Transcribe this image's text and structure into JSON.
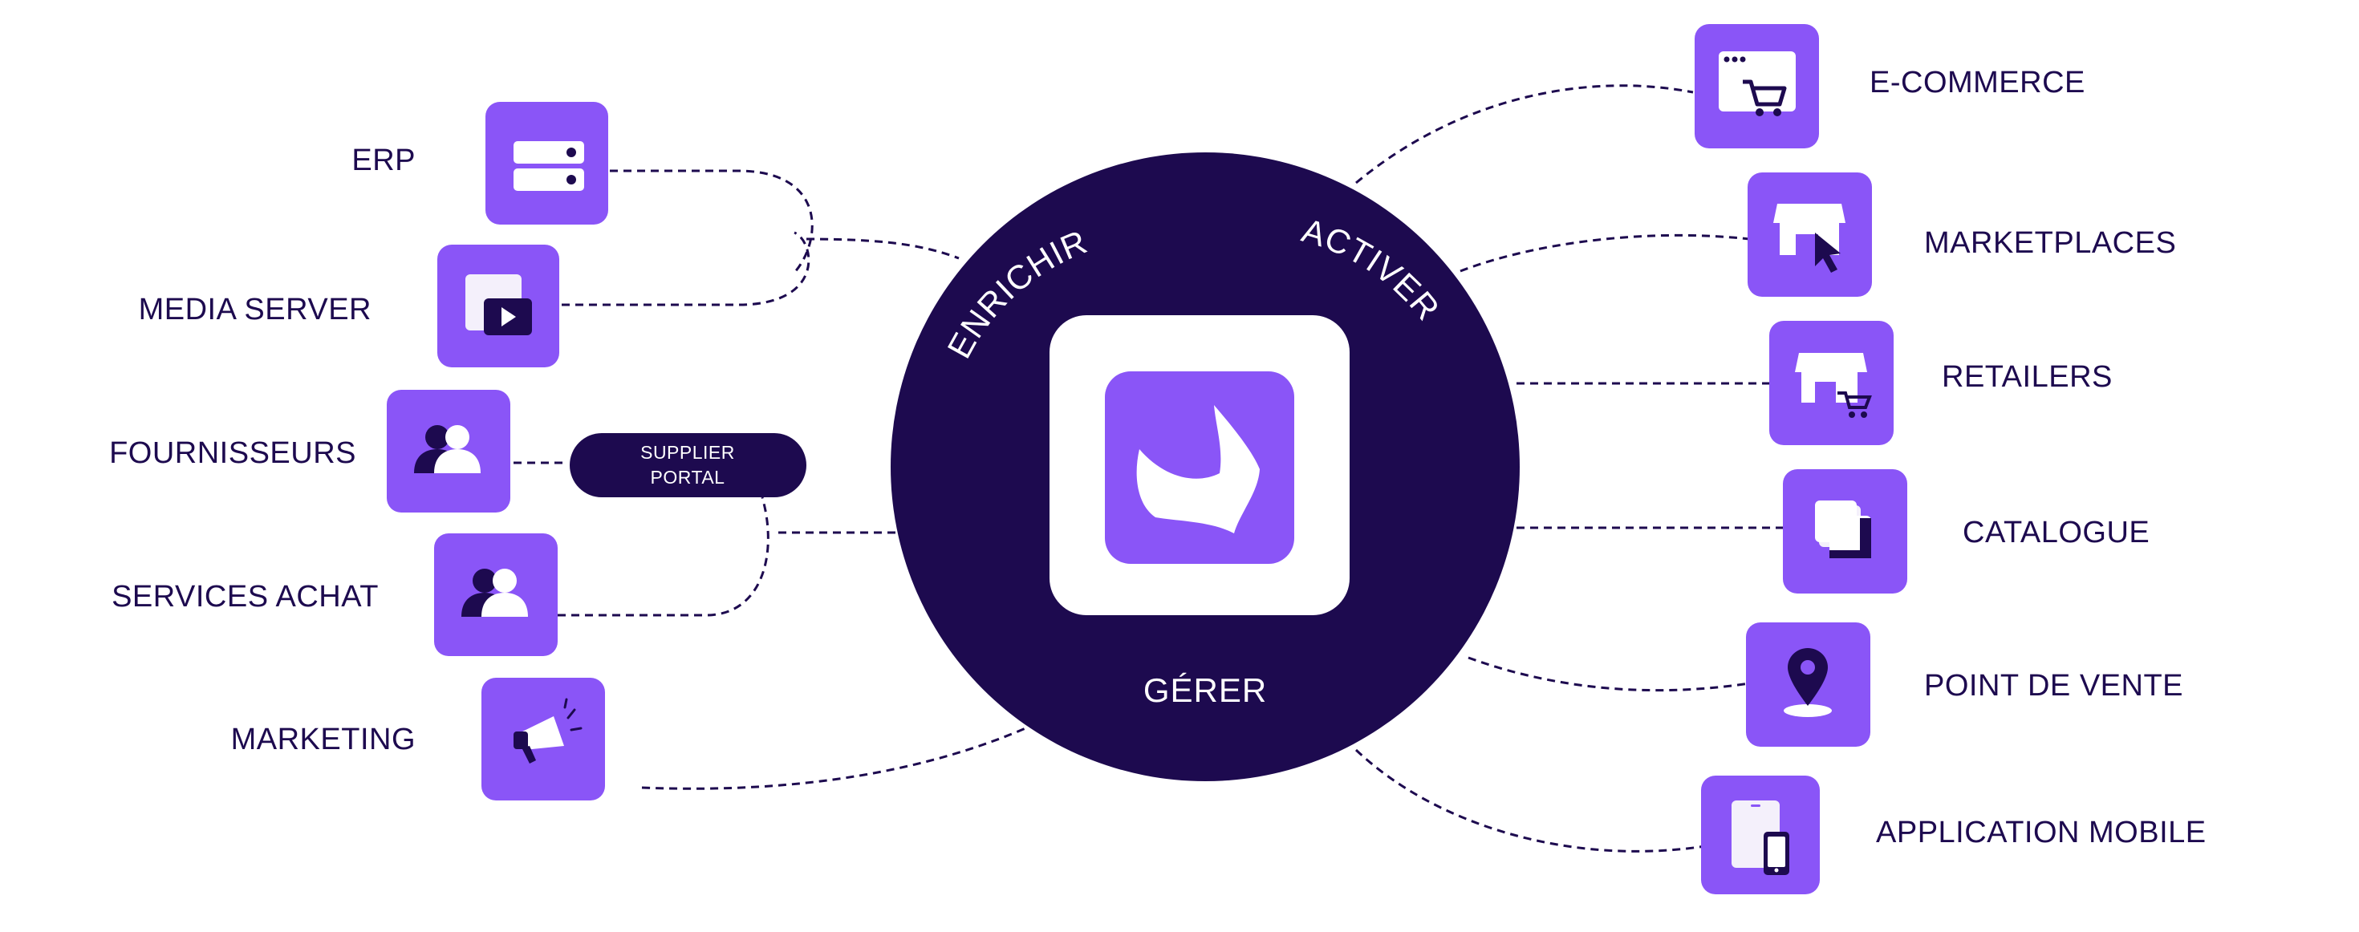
{
  "colors": {
    "accent": "#8a55f7",
    "dark": "#1d0a4f",
    "white": "#ffffff",
    "icon_light": "#f4f0fb"
  },
  "hub": {
    "top_left_label": "ENRICHIR",
    "top_right_label": "ACTIVER",
    "bottom_label": "GÉRER",
    "logo_icon": "akeneo-flower-icon"
  },
  "supplier_portal": {
    "line1": "SUPPLIER",
    "line2": "PORTAL"
  },
  "sources": [
    {
      "label": "ERP",
      "icon": "server-icon"
    },
    {
      "label": "MEDIA SERVER",
      "icon": "media-play-icon"
    },
    {
      "label": "FOURNISSEURS",
      "icon": "users-icon"
    },
    {
      "label": "SERVICES ACHAT",
      "icon": "users-icon"
    },
    {
      "label": "MARKETING",
      "icon": "megaphone-icon"
    }
  ],
  "destinations": [
    {
      "label": "E-COMMERCE",
      "icon": "browser-cart-icon"
    },
    {
      "label": "MARKETPLACES",
      "icon": "store-cursor-icon"
    },
    {
      "label": "RETAILERS",
      "icon": "store-cart-icon"
    },
    {
      "label": "CATALOGUE",
      "icon": "catalogue-pages-icon"
    },
    {
      "label": "POINT DE VENTE",
      "icon": "map-pin-icon"
    },
    {
      "label": "APPLICATION MOBILE",
      "icon": "mobile-tablet-icon"
    }
  ]
}
